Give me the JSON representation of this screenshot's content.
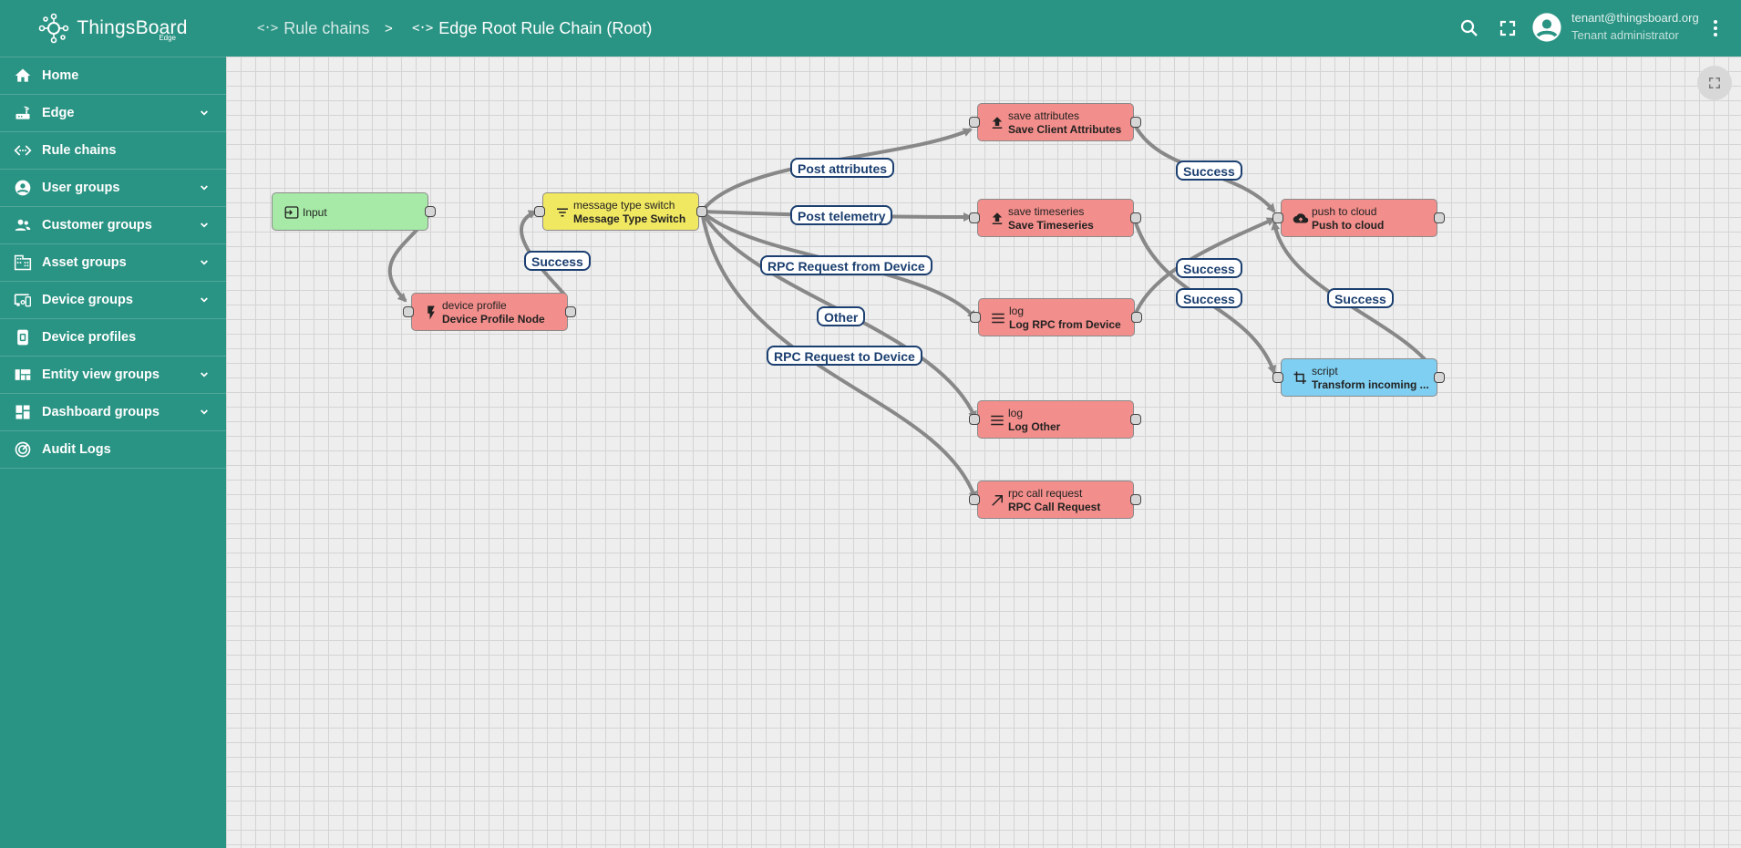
{
  "app": {
    "name": "ThingsBoard",
    "edition": "Edge"
  },
  "sidebar": {
    "items": [
      {
        "label": "Home",
        "icon": "home-icon",
        "expandable": false
      },
      {
        "label": "Edge",
        "icon": "router-icon",
        "expandable": true
      },
      {
        "label": "Rule chains",
        "icon": "settings-ethernet-icon",
        "expandable": false
      },
      {
        "label": "User groups",
        "icon": "account-circle-icon",
        "expandable": true
      },
      {
        "label": "Customer groups",
        "icon": "supervisor-account-icon",
        "expandable": true
      },
      {
        "label": "Asset groups",
        "icon": "domain-icon",
        "expandable": true
      },
      {
        "label": "Device groups",
        "icon": "devices-other-icon",
        "expandable": true
      },
      {
        "label": "Device profiles",
        "icon": "device-profile-icon",
        "expandable": false
      },
      {
        "label": "Entity view groups",
        "icon": "view-quilt-icon",
        "expandable": true
      },
      {
        "label": "Dashboard groups",
        "icon": "dashboard-icon",
        "expandable": true
      },
      {
        "label": "Audit Logs",
        "icon": "track-changes-icon",
        "expandable": false
      }
    ]
  },
  "header": {
    "breadcrumb": [
      {
        "label": "Rule chains",
        "icon": "settings-ethernet-icon"
      },
      {
        "label": "Edge Root Rule Chain (Root)",
        "icon": "settings-ethernet-icon"
      }
    ],
    "separator": ">",
    "user": {
      "email": "tenant@thingsboard.org",
      "role": "Tenant administrator"
    }
  },
  "rule_chain": {
    "nodes": [
      {
        "id": "input",
        "type": "",
        "name": "Input",
        "color": "#a7eaa7",
        "icon": "input-icon"
      },
      {
        "id": "devprof",
        "type": "device profile",
        "name": "Device Profile Node",
        "color": "#f28e8b",
        "icon": "flash-icon"
      },
      {
        "id": "mts",
        "type": "message type switch",
        "name": "Message Type Switch",
        "color": "#f1e862",
        "icon": "filter-list-icon"
      },
      {
        "id": "saveattr",
        "type": "save attributes",
        "name": "Save Client Attributes",
        "color": "#f28e8b",
        "icon": "file-upload-icon"
      },
      {
        "id": "savets",
        "type": "save timeseries",
        "name": "Save Timeseries",
        "color": "#f28e8b",
        "icon": "file-upload-icon"
      },
      {
        "id": "logrpc",
        "type": "log",
        "name": "Log RPC from Device",
        "color": "#f28e8b",
        "icon": "menu-icon"
      },
      {
        "id": "logother",
        "type": "log",
        "name": "Log Other",
        "color": "#f28e8b",
        "icon": "menu-icon"
      },
      {
        "id": "rpccall",
        "type": "rpc call request",
        "name": "RPC Call Request",
        "color": "#f28e8b",
        "icon": "call-made-icon"
      },
      {
        "id": "push",
        "type": "push to cloud",
        "name": "Push to cloud",
        "color": "#f28e8b",
        "icon": "cloud-upload-icon"
      },
      {
        "id": "script",
        "type": "script",
        "name": "Transform incoming ...",
        "color": "#7fcff2",
        "icon": "transform-icon"
      }
    ],
    "edge_labels": [
      "Success",
      "Post attributes",
      "Post telemetry",
      "RPC Request from Device",
      "Other",
      "RPC Request to Device",
      "Success",
      "Success",
      "Success",
      "Success"
    ]
  },
  "colors": {
    "primary": "#2a9484",
    "edge": "#888888",
    "label_border": "#1b3f70"
  }
}
